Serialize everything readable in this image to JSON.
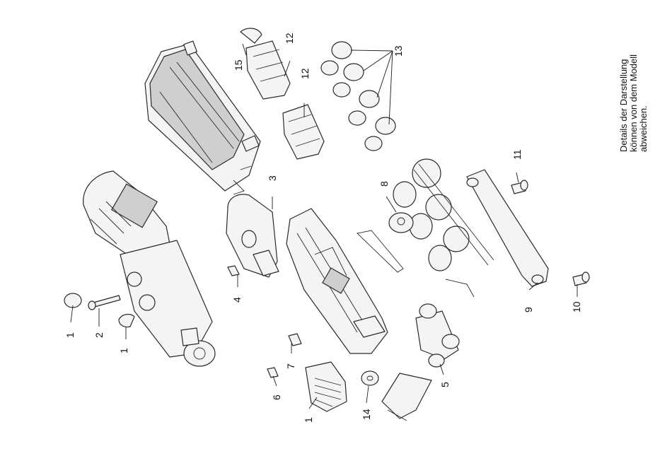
{
  "note": {
    "line1": "Details der Darstellung",
    "line2": "können von dem Modell",
    "line3": "abweichen."
  },
  "callouts": {
    "c1a": "1",
    "c1b": "1",
    "c1c": "1",
    "c2": "2",
    "c3": "3",
    "c4": "4",
    "c5": "5",
    "c6": "6",
    "c7": "7",
    "c8": "8",
    "c9": "9",
    "c10": "10",
    "c11": "11",
    "c12a": "12",
    "c12b": "12",
    "c13": "13",
    "c14": "14",
    "c15": "15"
  }
}
